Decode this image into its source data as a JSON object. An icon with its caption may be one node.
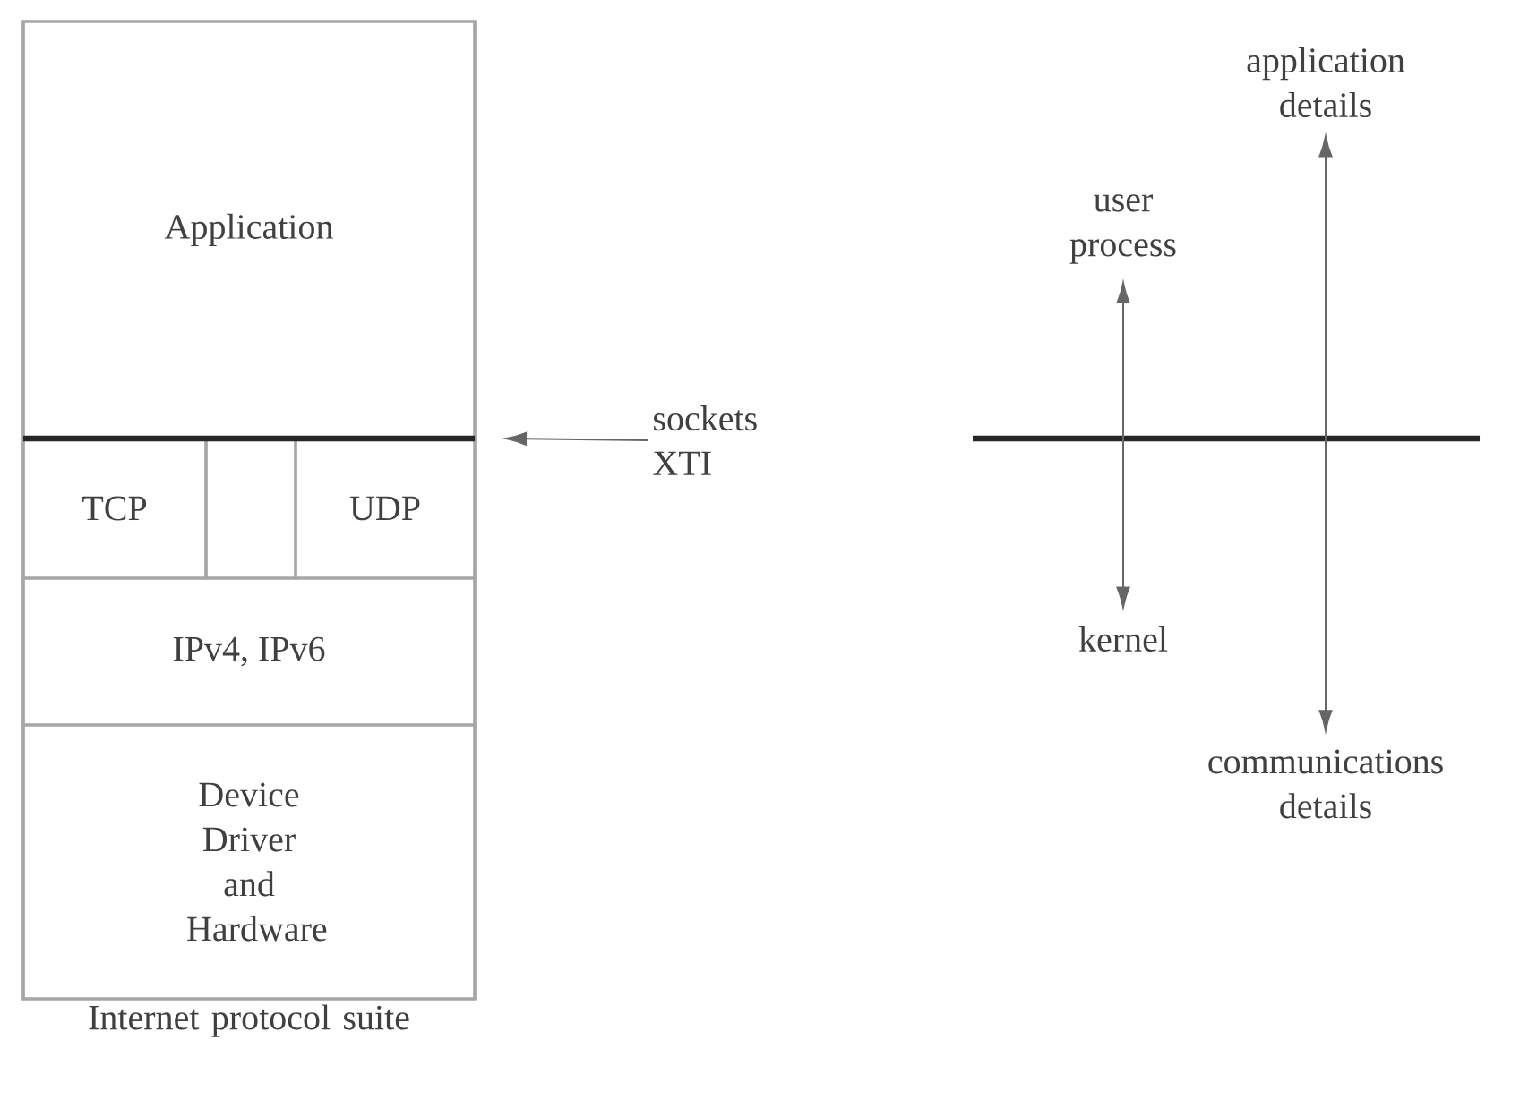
{
  "diagram": {
    "nodes": [
      {
        "text": [],
        "shape": "box",
        "beside": [
          "Internet protocol suite"
        ]
      },
      {
        "text": [
          "Application"
        ],
        "in": 0
      },
      {
        "text": [
          "TCP"
        ],
        "in": 0
      },
      {
        "text": [],
        "shape": "box",
        "in": 0
      },
      {
        "text": [
          "UDP"
        ],
        "in": 0
      },
      {
        "text": [
          "IPv4, IPv6"
        ],
        "in": 0
      },
      {
        "text": [
          "Device Driver and Hardware"
        ],
        "in": 0
      },
      {
        "text": [
          "sockets",
          "XTI"
        ]
      },
      {
        "text": [
          "user process"
        ]
      },
      {
        "text": [
          "kernel"
        ]
      },
      {
        "text": [
          "application details"
        ]
      },
      {
        "text": [
          "communications details"
        ]
      }
    ],
    "edges": [
      {
        "from": 7,
        "to": null,
        "arrow": "to"
      },
      {
        "from": 8,
        "to": 9,
        "arrow": "both"
      },
      {
        "from": 10,
        "to": 11,
        "arrow": "both"
      }
    ]
  }
}
